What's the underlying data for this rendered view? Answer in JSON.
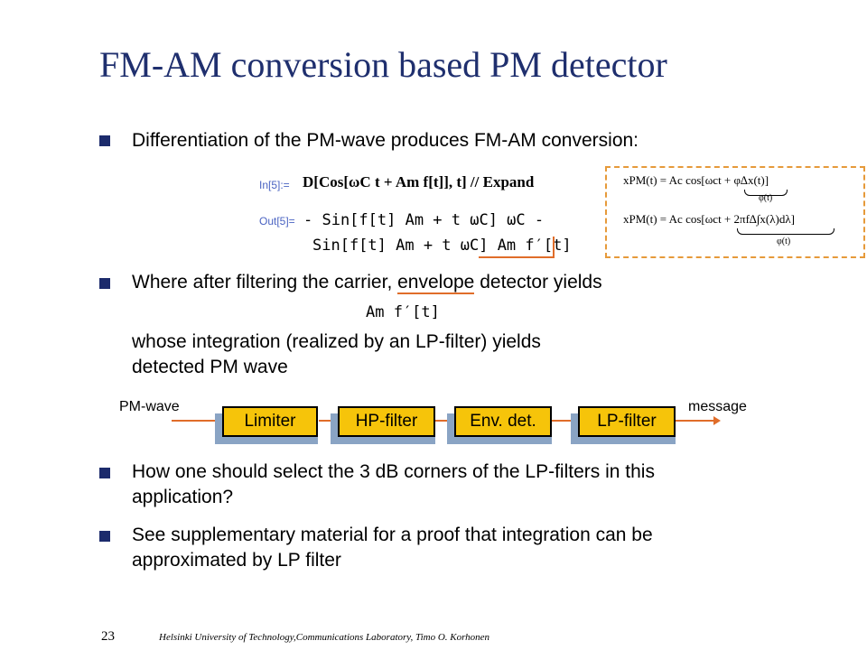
{
  "slide": {
    "title": "FM-AM conversion based PM detector",
    "bullet1": "Differentiation of the PM-wave produces FM-AM conversion:",
    "math_in_label": "In[5]:=",
    "math_in_expr": "D[Cos[ωC t + Am f[t]], t] // Expand",
    "math_out_label": "Out[5]=",
    "math_out_line1": "- Sin[f[t] Am + t ωC] ωC -",
    "math_out_line2": "Sin[f[t] Am + t ωC] Am f′[t]",
    "eq1": "xPM(t) = Ac cos[ωct + φ∆x(t)]",
    "eq1_brace": "φ(t)",
    "eq2": "xPM(t) = Ac cos[ωct + 2πf∆∫x(λ)dλ]",
    "eq2_brace": "φ(t)",
    "bullet2_pre": "Where after filtering the carrier, ",
    "bullet2_ul": "envelope",
    "bullet2_post": " detector yields",
    "bullet2_expr": "Am f′[t]",
    "bullet2_line2": "whose integration (realized by an LP-filter) yields",
    "bullet2_line3": "detected PM wave",
    "bullet3_line1": "How one should select the 3 dB corners of the LP-filters in this",
    "bullet3_line2": "application?",
    "bullet4_line1": "See supplementary material for a proof that integration can be",
    "bullet4_line2": "approximated by LP filter",
    "page_number": "23",
    "footer": "Helsinki University of Technology,Communications Laboratory, Timo O. Korhonen"
  },
  "diagram": {
    "input_label": "PM-wave",
    "output_label": "message",
    "blocks": [
      "Limiter",
      "HP-filter",
      "Env. det.",
      "LP-filter"
    ]
  },
  "colors": {
    "title": "#1f2f6e",
    "bullet": "#1c2b6c",
    "accent": "#e06d2a",
    "block_fill": "#f6c40a",
    "block_shadow": "#8aa4c4",
    "dashed_box": "#e69a3a"
  }
}
